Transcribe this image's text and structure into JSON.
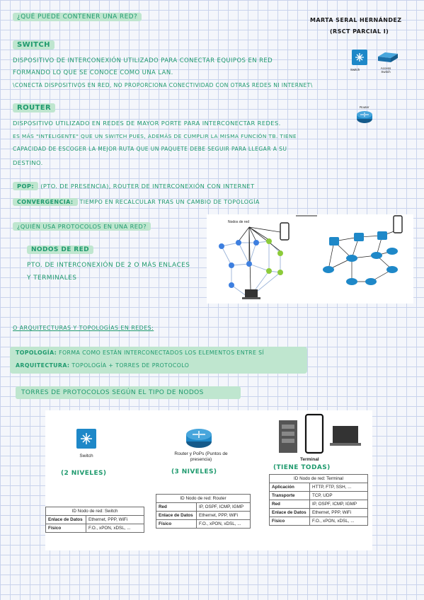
{
  "header": {
    "question": "¿Qué puede contener una red?",
    "author": "Marta Seral Hernández",
    "subtitle": "(RSCT Parcial I)"
  },
  "switch": {
    "title": "Switch",
    "line1": "Dispositivo de interconexión utilizado para conectar equipos en red",
    "line2": "formando lo que se conoce como una LAN.",
    "line3": "\\Conecta dispositivos en red, no proporciona conectividad con otras redes ni internet\\",
    "icon_label1": "Switch",
    "icon_label2": "Access Switch"
  },
  "router": {
    "title": "Router",
    "line1": "Dispositivo utilizado en redes de mayor porte para interconectar redes.",
    "line2": "Es más \"inteligente\" que un switch pues, además de cumplir la misma función tb. tiene",
    "line3": "capacidad de escoger la mejor ruta que un paquete debe seguir para llegar a su",
    "line4": "destino.",
    "icon_label": "Router"
  },
  "defs": {
    "pop_term": "PoP:",
    "pop_text": "(Pto. de presencia), router de interconexión con internet",
    "conv_term": "Convergencia:",
    "conv_text": "tiempo en recalcular tras un cambio de topología"
  },
  "protocols": {
    "question": "¿Quién usa protocolos en una red?",
    "nodes_title": "Nodos de red",
    "nodes_line1": "Pto. de interconexión de 2 o más enlaces",
    "nodes_line2": "y terminales",
    "diagram_label": "Nodos de red"
  },
  "arch": {
    "title": "o Arquitecturas y topologías en redes:",
    "topo_term": "Topología:",
    "topo_text": "Forma como están interconectados los elementos entre sí",
    "arch_term": "Arquitectura:",
    "arch_text": "Topología + torres de protocolo",
    "towers_title": "Torres de protocolos según el tipo de nodos"
  },
  "towers": {
    "switch": {
      "caption": "Switch",
      "note": "(2 niveles)",
      "table_title": "ID Nodo de red: Switch",
      "rows": [
        {
          "layer": "Enlace de Datos",
          "protocols": "Ethernet, PPP, WiFi"
        },
        {
          "layer": "Físico",
          "protocols": "F.O., xPON, xDSL, ..."
        }
      ]
    },
    "router": {
      "caption": "Router y PoPs (Puntos de presencia)",
      "note": "(3 niveles)",
      "table_title": "ID Nodo de red: Router",
      "rows": [
        {
          "layer": "Red",
          "protocols": "IP, OSPF, ICMP, IGMP"
        },
        {
          "layer": "Enlace de Datos",
          "protocols": "Ethernet, PPP, WiFi"
        },
        {
          "layer": "Físico",
          "protocols": "F.O., xPON, xDSL, ..."
        }
      ]
    },
    "terminal": {
      "caption": "Terminal",
      "note": "(tiene todas)",
      "table_title": "ID Nodo de red: Terminal",
      "rows": [
        {
          "layer": "Aplicación",
          "protocols": "HTTP, FTP, SSH, ..."
        },
        {
          "layer": "Transporte",
          "protocols": "TCP, UDP"
        },
        {
          "layer": "Red",
          "protocols": "IP, OSPF, ICMP, IGMP"
        },
        {
          "layer": "Enlace de Datos",
          "protocols": "Ethernet, PPP, WiFi"
        },
        {
          "layer": "Físico",
          "protocols": "F.O., xPON, xDSL, ..."
        }
      ]
    }
  },
  "colors": {
    "ink": "#1f9a6e",
    "highlight": "#bfe6cf",
    "accent_orange": "#f1a23b",
    "node_blue": "#3d7fe0",
    "node_green": "#8ccb3a",
    "device_blue": "#1e88c8"
  }
}
